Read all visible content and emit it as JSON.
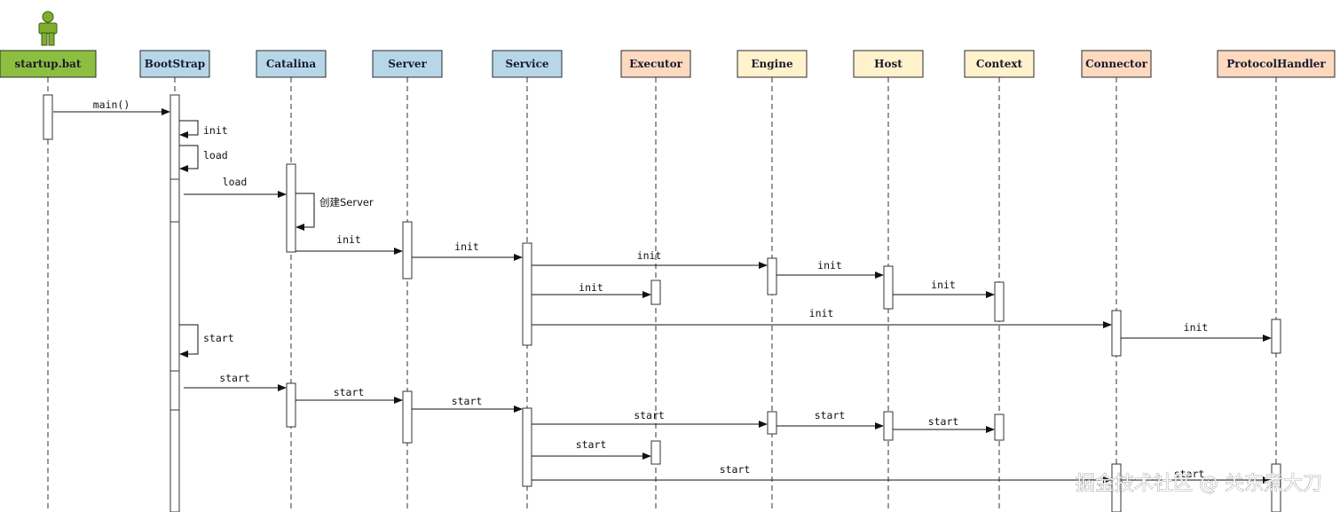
{
  "participants": [
    {
      "id": "startup",
      "label": "startup.bat",
      "color": "#8cbf3f",
      "actor": true
    },
    {
      "id": "bootstrap",
      "label": "BootStrap",
      "color": "#b7d7e8"
    },
    {
      "id": "catalina",
      "label": "Catalina",
      "color": "#b7d7e8"
    },
    {
      "id": "server",
      "label": "Server",
      "color": "#b7d7e8"
    },
    {
      "id": "service",
      "label": "Service",
      "color": "#b7d7e8"
    },
    {
      "id": "executor",
      "label": "Executor",
      "color": "#fcd9bf"
    },
    {
      "id": "engine",
      "label": "Engine",
      "color": "#fff2cc"
    },
    {
      "id": "host",
      "label": "Host",
      "color": "#fff2cc"
    },
    {
      "id": "context",
      "label": "Context",
      "color": "#fff2cc"
    },
    {
      "id": "connector",
      "label": "Connector",
      "color": "#fcd9bf"
    },
    {
      "id": "protocolhandler",
      "label": "ProtocolHandler",
      "color": "#fcd9bf"
    }
  ],
  "messages": [
    {
      "from": "startup",
      "to": "bootstrap",
      "label": "main()"
    },
    {
      "from": "bootstrap",
      "to": "bootstrap",
      "label": "init"
    },
    {
      "from": "bootstrap",
      "to": "bootstrap",
      "label": "load"
    },
    {
      "from": "bootstrap",
      "to": "catalina",
      "label": "load"
    },
    {
      "from": "catalina",
      "to": "catalina",
      "label": "创建Server"
    },
    {
      "from": "catalina",
      "to": "server",
      "label": "init"
    },
    {
      "from": "server",
      "to": "service",
      "label": "init"
    },
    {
      "from": "service",
      "to": "engine",
      "label": "init"
    },
    {
      "from": "engine",
      "to": "host",
      "label": "init"
    },
    {
      "from": "service",
      "to": "executor",
      "label": "init"
    },
    {
      "from": "host",
      "to": "context",
      "label": "init"
    },
    {
      "from": "service",
      "to": "connector",
      "label": "init"
    },
    {
      "from": "connector",
      "to": "protocolhandler",
      "label": "init"
    },
    {
      "from": "bootstrap",
      "to": "bootstrap",
      "label": "start"
    },
    {
      "from": "bootstrap",
      "to": "catalina",
      "label": "start"
    },
    {
      "from": "catalina",
      "to": "server",
      "label": "start"
    },
    {
      "from": "server",
      "to": "service",
      "label": "start"
    },
    {
      "from": "service",
      "to": "engine",
      "label": "start"
    },
    {
      "from": "engine",
      "to": "host",
      "label": "start"
    },
    {
      "from": "host",
      "to": "context",
      "label": "start"
    },
    {
      "from": "service",
      "to": "executor",
      "label": "start"
    },
    {
      "from": "service",
      "to": "connector",
      "label": "start"
    },
    {
      "from": "connector",
      "to": "protocolhandler",
      "label": "start"
    }
  ],
  "watermark": "掘金技术社区 @ 关东煮大刀"
}
